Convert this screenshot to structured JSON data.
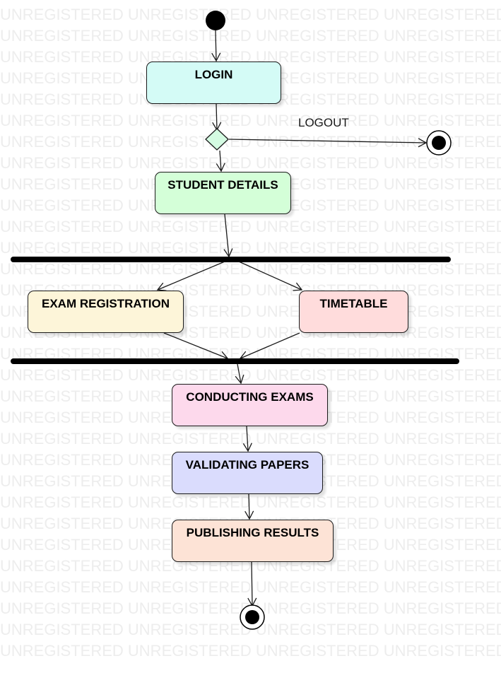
{
  "watermark": {
    "text": "UNREGISTERED"
  },
  "nodes": {
    "login": {
      "label": "LOGIN",
      "fill": "#d4fbf6"
    },
    "student_details": {
      "label": "STUDENT DETAILS",
      "fill": "#d4ffd8"
    },
    "exam_registration": {
      "label": "EXAM REGISTRATION",
      "fill": "#fdf5d9"
    },
    "timetable": {
      "label": "TIMETABLE",
      "fill": "#ffdcdc"
    },
    "conducting_exams": {
      "label": "CONDUCTING EXAMS",
      "fill": "#fdd9ec"
    },
    "validating_papers": {
      "label": "VALIDATING PAPERS",
      "fill": "#dadcfd"
    },
    "publishing_results": {
      "label": "PUBLISHING RESULTS",
      "fill": "#fde3d6"
    }
  },
  "decision": {
    "fill": "#d4fbe2"
  },
  "edges": {
    "logout_label": "LOGOUT"
  }
}
